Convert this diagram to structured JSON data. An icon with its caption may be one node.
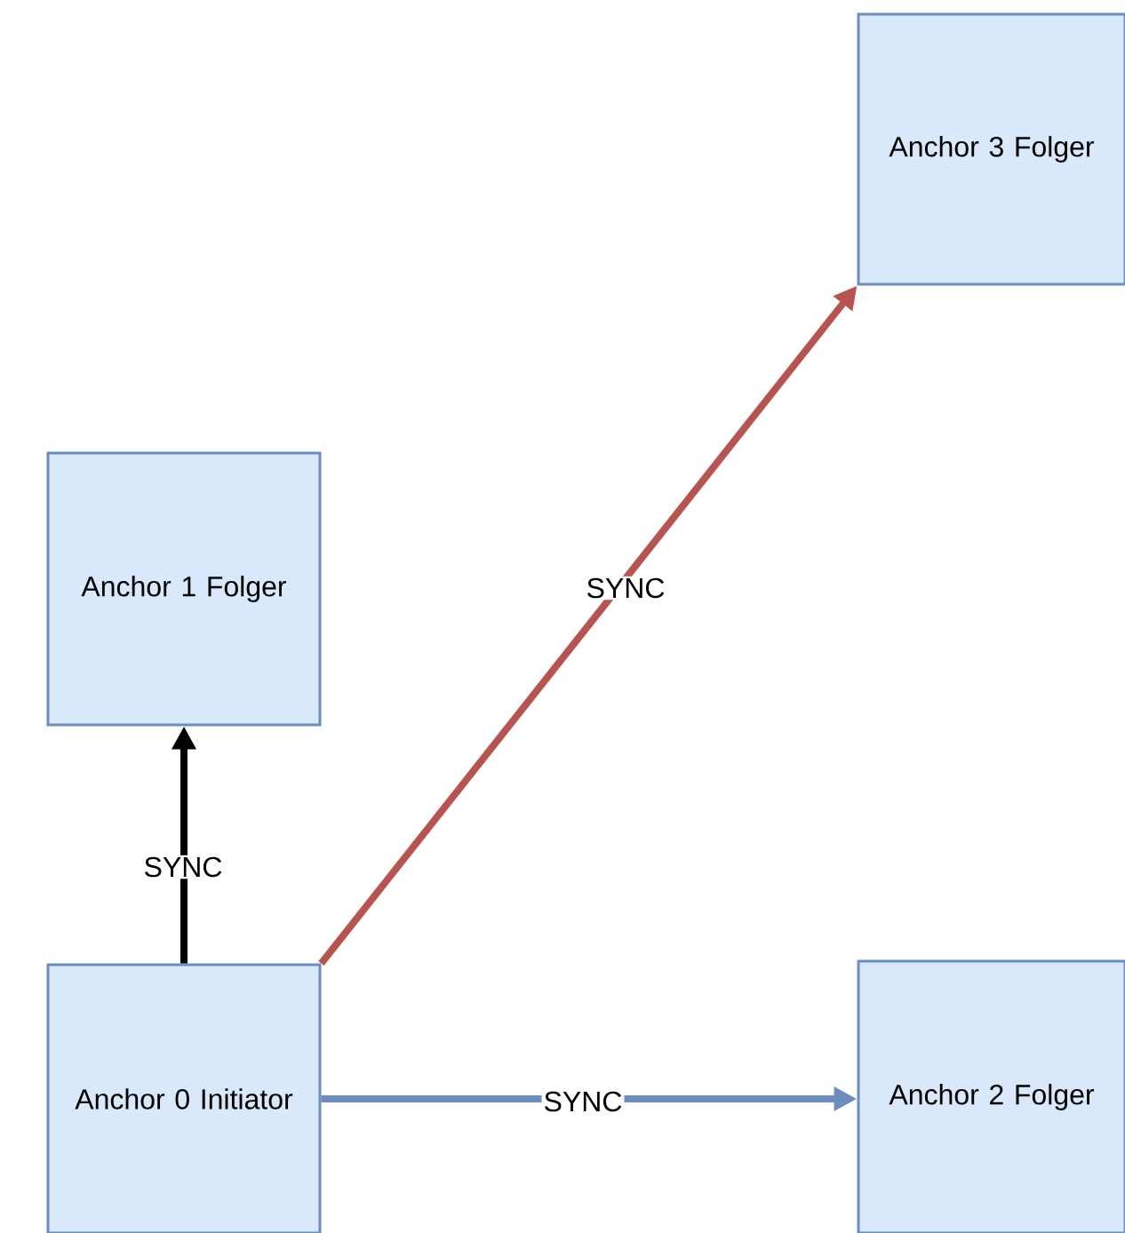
{
  "diagram": {
    "nodes": [
      {
        "text": [
          "Anchor 0 Initiator"
        ]
      },
      {
        "text": [
          "Anchor 1 Folger"
        ]
      },
      {
        "text": [
          "Anchor 2 Folger"
        ]
      },
      {
        "text": [
          "Anchor 3 Folger"
        ]
      }
    ],
    "edges": [
      {
        "from": 0,
        "to": 1,
        "arrow": "to",
        "label": "SYNC",
        "color": "#000000"
      },
      {
        "from": 0,
        "to": 3,
        "arrow": "to",
        "label": "SYNC",
        "color": "#b85450"
      },
      {
        "from": 0,
        "to": 2,
        "arrow": "to",
        "label": "SYNC",
        "color": "#6c8ebf"
      }
    ]
  }
}
